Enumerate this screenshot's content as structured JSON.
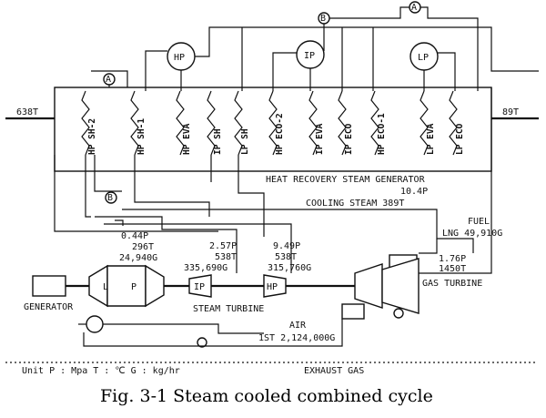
{
  "hrsg": {
    "title": "HEAT RECOVERY STEAM GENERATOR",
    "inlet_temp": "638T",
    "outlet_temp": "89T",
    "sections": [
      "HP SH-2",
      "HP SH-1",
      "HP EVA",
      "IP SH",
      "LP SH",
      "HP ECO-2",
      "IP EVA",
      "IP ECO",
      "HP ECO-1",
      "LP EVA",
      "LP ECO"
    ]
  },
  "drums": {
    "hp": "HP",
    "ip": "IP",
    "lp": "LP"
  },
  "markers": {
    "a_top": "A",
    "a_left": "A",
    "b_top": "B",
    "b_left": "B"
  },
  "cooling": {
    "pressure": "10.4P",
    "label_temp": "COOLING STEAM 389T"
  },
  "fuel": {
    "label": "FUEL",
    "value": "LNG 49,910G"
  },
  "gt_conditions": {
    "pressure": "1.76P",
    "temp": "1450T"
  },
  "ip_inlet": {
    "p": "2.57P",
    "t": "538T",
    "g": "335,690G"
  },
  "hp_inlet": {
    "p": "9.49P",
    "t": "538T",
    "g": "315,760G"
  },
  "lp_inlet": {
    "p": "0.44P",
    "t": "296T",
    "g": "24,940G"
  },
  "turbine_labels": {
    "l": "L",
    "p": "P",
    "ip": "IP",
    "hp": "HP",
    "steam_turbine": "STEAM TURBINE",
    "gas_turbine": "GAS TURBINE",
    "generator": "GENERATOR"
  },
  "air": {
    "label": "AIR",
    "value": "1ST 2,124,000G"
  },
  "units": {
    "text": "Unit   P : Mpa   T : ℃   G : kg/hr",
    "exhaust": "EXHAUST GAS"
  },
  "caption": "Fig. 3-1 Steam cooled combined cycle"
}
